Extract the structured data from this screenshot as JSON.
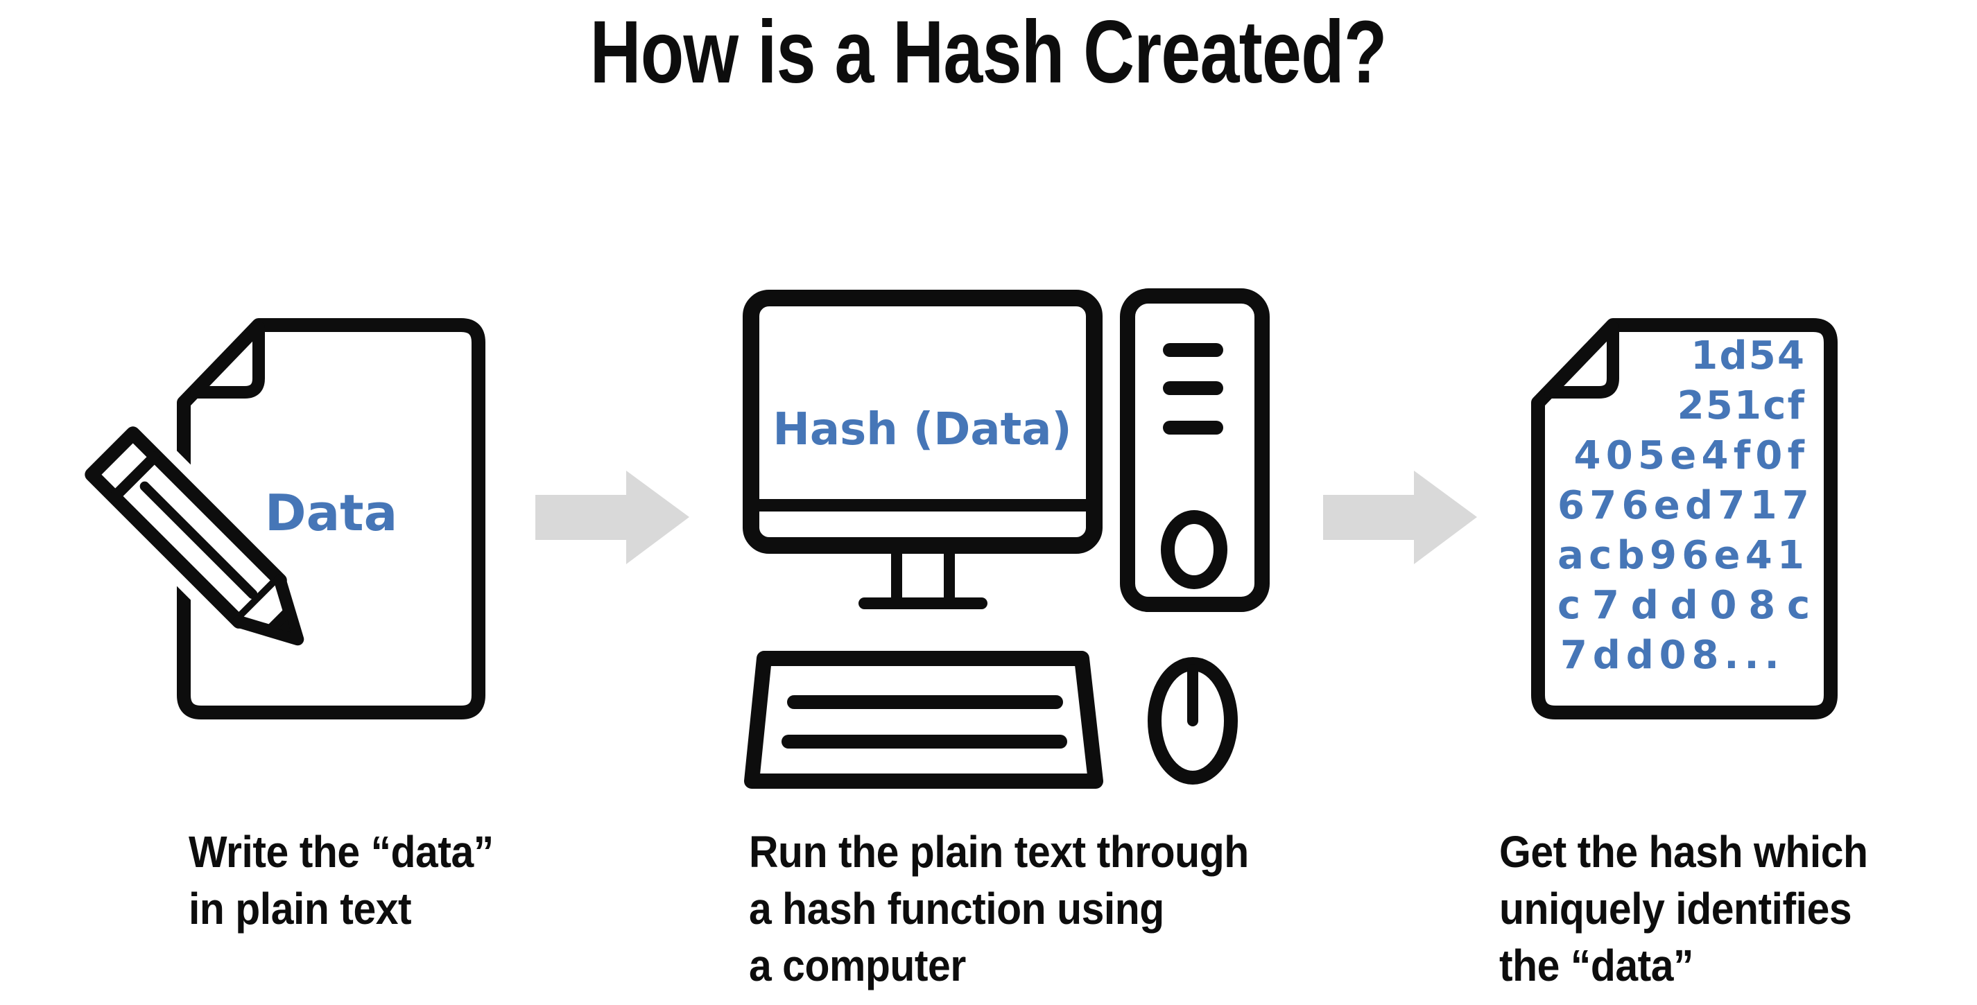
{
  "title": "How is a Hash Created?",
  "colors": {
    "accent_blue": "#4676b7",
    "arrow_gray": "#d9d9d9",
    "ink_black": "#0d0d0d",
    "background": "#ffffff"
  },
  "steps": [
    {
      "id": "write-data",
      "icon": "pencil-document-icon",
      "label": "Data",
      "caption_lines": [
        "Write the “data”",
        "in plain text"
      ]
    },
    {
      "id": "run-hash-function",
      "icon": "desktop-computer-icon",
      "label": "Hash (Data)",
      "caption_lines": [
        "Run the plain text through",
        "a hash function using",
        "a computer"
      ]
    },
    {
      "id": "get-hash",
      "icon": "hash-document-icon",
      "hash_lines": [
        "1d54",
        "251cf",
        "405e4f0f",
        "676ed717",
        "acb96e41",
        "c7dd08c",
        "7dd08..."
      ],
      "caption_lines": [
        "Get the hash which",
        "uniquely identifies",
        "the “data”"
      ]
    }
  ],
  "arrows": [
    {
      "icon": "arrow-right-icon"
    },
    {
      "icon": "arrow-right-icon"
    }
  ]
}
